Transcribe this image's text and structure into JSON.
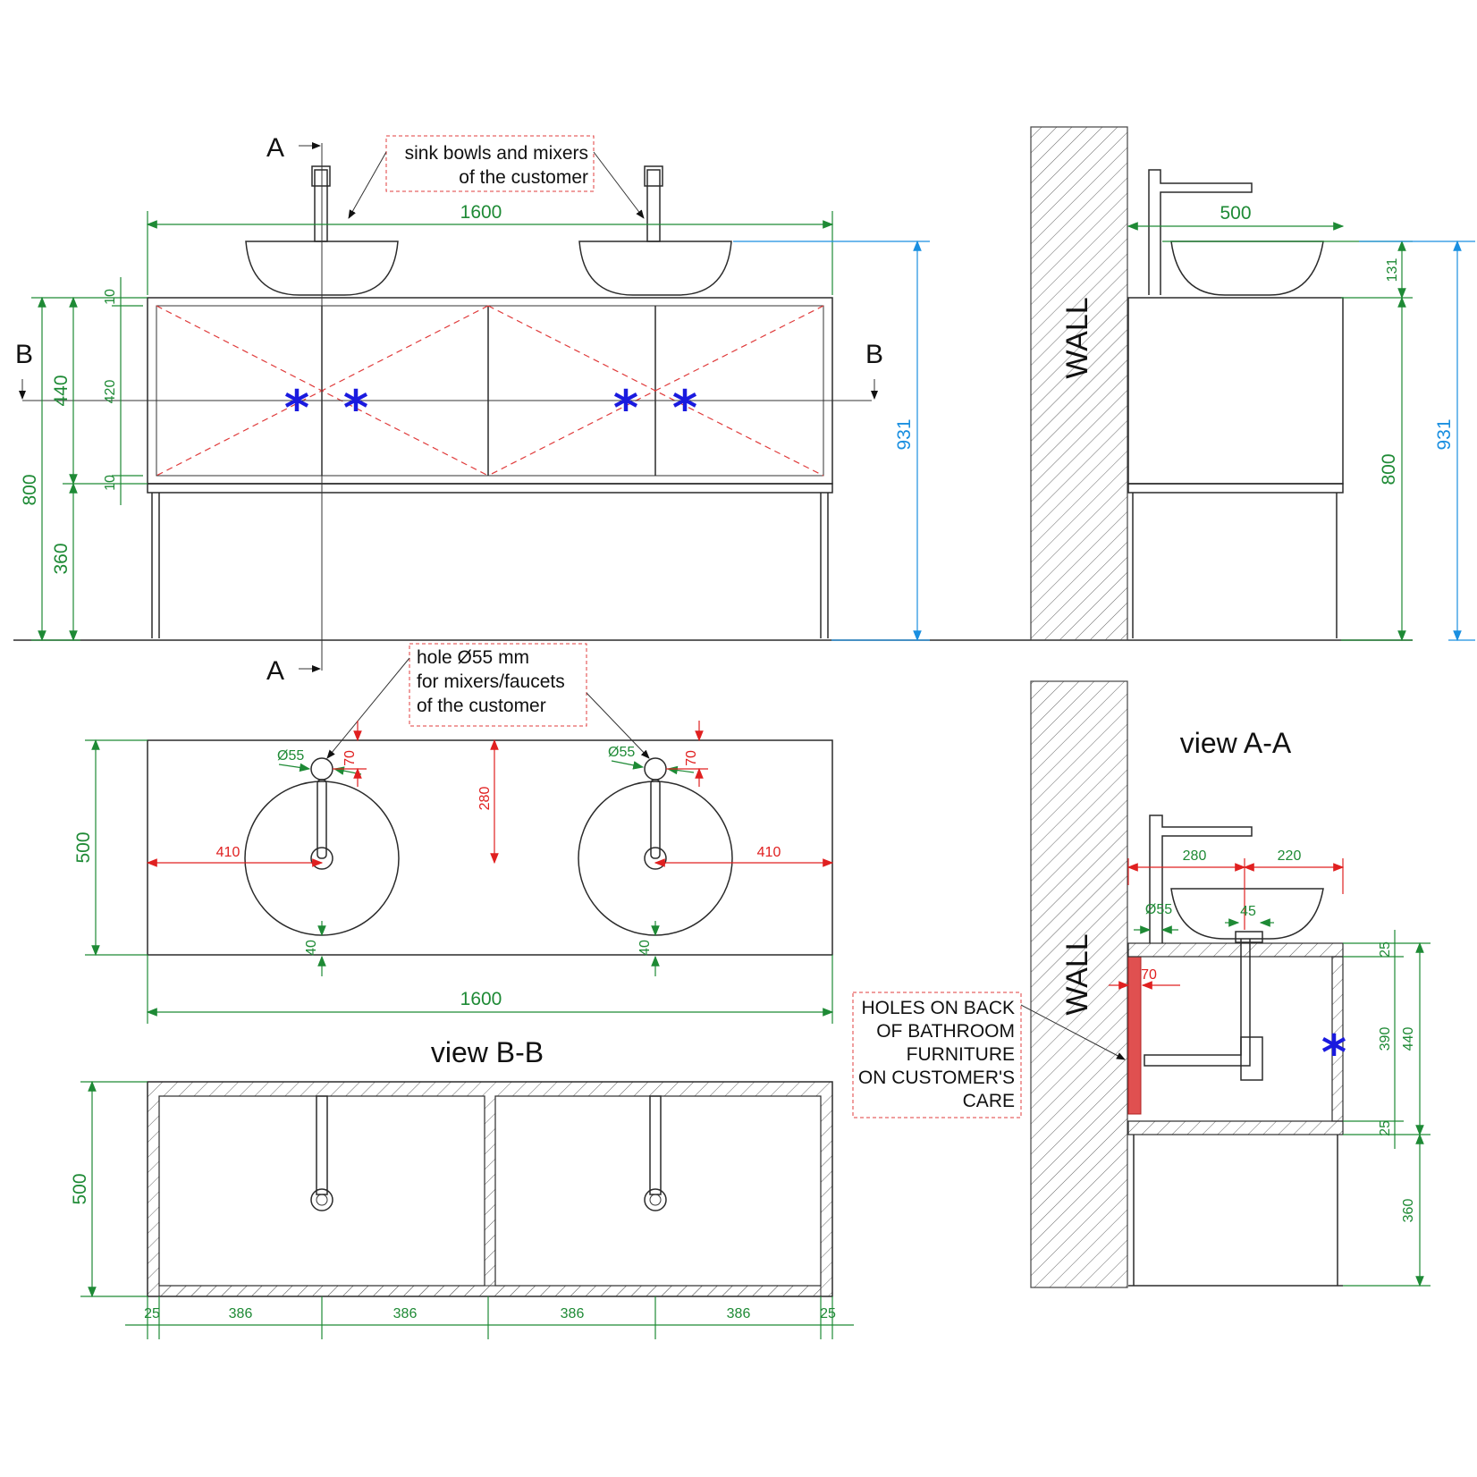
{
  "section_labels": {
    "a_top": "A",
    "a_bottom": "A",
    "b_left": "B",
    "b_right": "B"
  },
  "callouts": {
    "sink_bowls": [
      "sink bowls and mixers",
      "of the customer"
    ],
    "hole": [
      "hole Ø55 mm",
      "for mixers/faucets",
      "of the customer"
    ],
    "holes_back": [
      "HOLES ON BACK",
      "OF BATHROOM",
      "FURNITURE",
      "ON CUSTOMER'S",
      "CARE"
    ]
  },
  "wall_label": "WALL",
  "view_titles": {
    "view_bb": "view B-B",
    "view_aa": "view A-A"
  },
  "marker_symbol": "*",
  "front_view": {
    "width": "1600",
    "dim_10_top": "10",
    "dim_420": "420",
    "dim_10_bottom": "10",
    "dim_440": "440",
    "dim_800": "800",
    "dim_360": "360",
    "dim_931": "931"
  },
  "side_view": {
    "width": "500",
    "dim_131": "131",
    "dim_800": "800",
    "dim_931": "931"
  },
  "top_view": {
    "depth": "500",
    "width": "1600",
    "hole_dia_left": "Ø55",
    "hole_dia_right": "Ø55",
    "offset_70_left": "70",
    "offset_70_right": "70",
    "offset_280": "280",
    "offset_410_left": "410",
    "offset_410_right": "410",
    "offset_40_left": "40",
    "offset_40_right": "40"
  },
  "view_bb": {
    "depth": "500",
    "bottom_dims": [
      "25",
      "386",
      "386",
      "386",
      "386",
      "25"
    ]
  },
  "view_aa": {
    "dim_280": "280",
    "dim_220": "220",
    "dim_dia55": "Ø55",
    "dim_45": "45",
    "dim_70": "70",
    "dim_25_top": "25",
    "dim_390": "390",
    "dim_440": "440",
    "dim_25_bottom": "25",
    "dim_360": "360"
  },
  "colors": {
    "green_dim": "#1e8a35",
    "blue_dim": "#1a8fe0",
    "red_dim": "#e02020",
    "marker": "#1a1adf"
  }
}
